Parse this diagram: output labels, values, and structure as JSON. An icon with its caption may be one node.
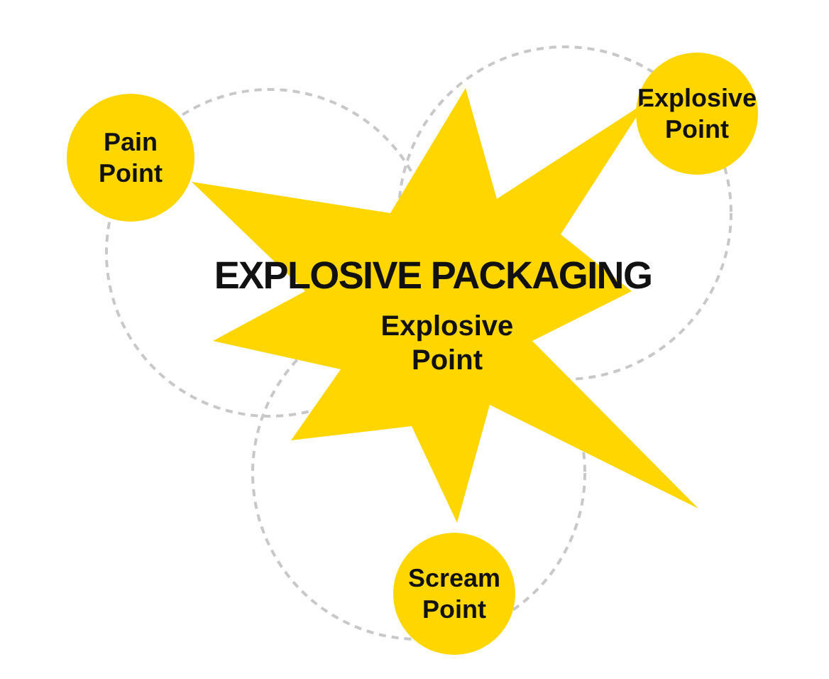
{
  "diagram": {
    "nodes": [
      {
        "text": [
          "Pain Point"
        ]
      },
      {
        "text": [
          "Explosive Point"
        ]
      },
      {
        "text": [
          "EXPLOSIVE PACKAGING",
          "Explosive Point"
        ]
      },
      {
        "text": [
          "Scream Point"
        ]
      }
    ]
  }
}
